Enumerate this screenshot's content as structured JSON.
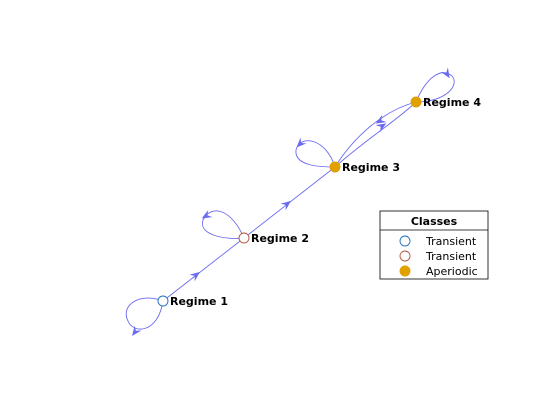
{
  "colors": {
    "edge": "#6b6bf0",
    "transient_blue": "#1f6fbf",
    "transient_red": "#b5533a",
    "aperiodic": "#e0a100",
    "legend_border": "#000000"
  },
  "nodes": [
    {
      "id": "r1",
      "label": "Regime 1",
      "class": "transient_blue",
      "filled": false
    },
    {
      "id": "r2",
      "label": "Regime 2",
      "class": "transient_red",
      "filled": false
    },
    {
      "id": "r3",
      "label": "Regime 3",
      "class": "aperiodic",
      "filled": true
    },
    {
      "id": "r4",
      "label": "Regime 4",
      "class": "aperiodic",
      "filled": true
    }
  ],
  "edges": [
    {
      "from": "r1",
      "to": "r1"
    },
    {
      "from": "r1",
      "to": "r2"
    },
    {
      "from": "r2",
      "to": "r2"
    },
    {
      "from": "r2",
      "to": "r3"
    },
    {
      "from": "r3",
      "to": "r3"
    },
    {
      "from": "r3",
      "to": "r4"
    },
    {
      "from": "r4",
      "to": "r3"
    },
    {
      "from": "r4",
      "to": "r4"
    }
  ],
  "legend": {
    "title": "Classes",
    "entries": [
      {
        "label": "Transient",
        "class": "transient_blue",
        "filled": false
      },
      {
        "label": "Transient",
        "class": "transient_red",
        "filled": false
      },
      {
        "label": "Aperiodic",
        "class": "aperiodic",
        "filled": true
      }
    ]
  }
}
